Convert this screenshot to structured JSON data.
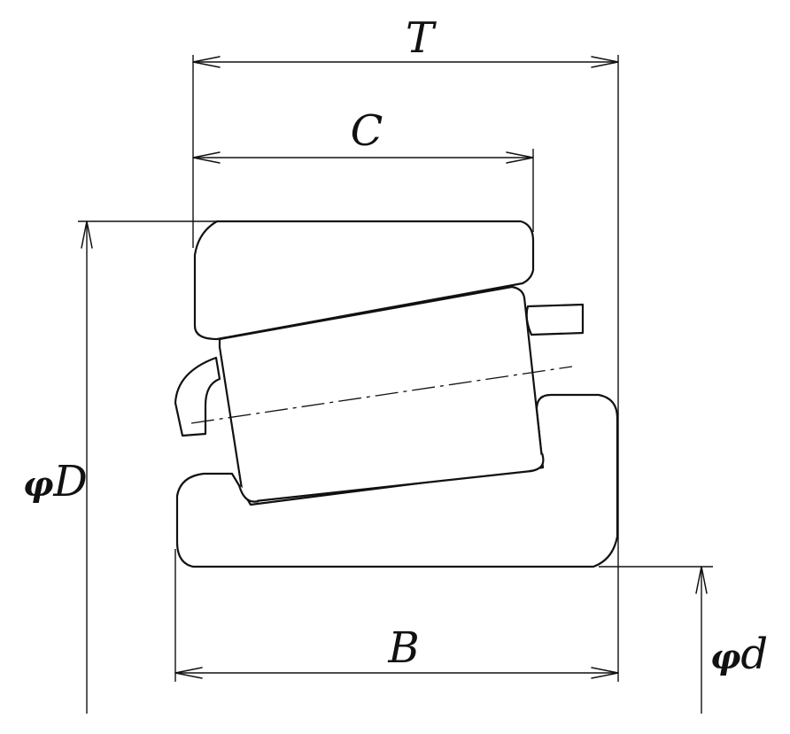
{
  "dimensions": {
    "T": "T",
    "C": "C",
    "B": "B",
    "D": {
      "symbol": "φ",
      "letter": "D"
    },
    "d": {
      "symbol": "φ",
      "letter": "d"
    }
  },
  "colors": {
    "line": "#111111",
    "background": "#ffffff"
  }
}
